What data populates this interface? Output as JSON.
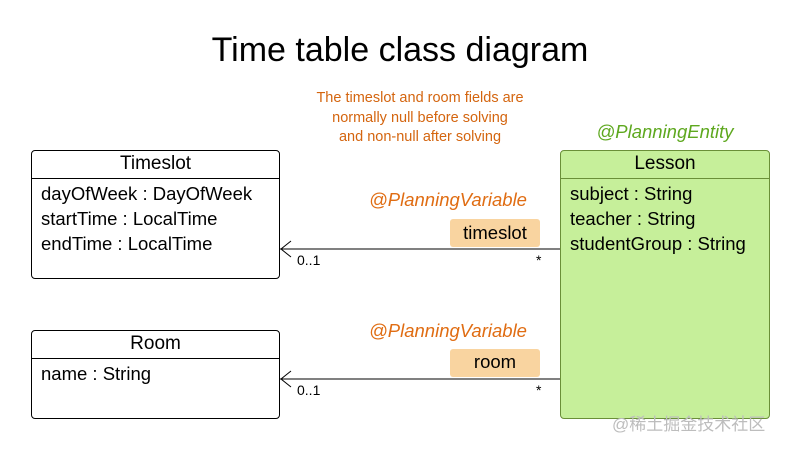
{
  "title": "Time table class diagram",
  "note": {
    "lines": [
      "The timeslot and room fields are",
      "normally null before solving",
      "and non-null after solving"
    ]
  },
  "classes": {
    "timeslot": {
      "name": "Timeslot",
      "fields": [
        "dayOfWeek : DayOfWeek",
        "startTime : LocalTime",
        "endTime : LocalTime"
      ]
    },
    "room": {
      "name": "Room",
      "fields": [
        "name : String"
      ]
    },
    "lesson": {
      "stereotype": "@PlanningEntity",
      "name": "Lesson",
      "fields": [
        "subject : String",
        "teacher : String",
        "studentGroup : String"
      ]
    }
  },
  "relations": [
    {
      "stereotype": "@PlanningVariable",
      "label": "timeslot",
      "source_mult": "*",
      "target_mult": "0..1"
    },
    {
      "stereotype": "@PlanningVariable",
      "label": "room",
      "source_mult": "*",
      "target_mult": "0..1"
    }
  ],
  "watermark": "@稀土掘金技术社区",
  "colors": {
    "note": "#d4650f",
    "planning_variable": "#e06d13",
    "planning_entity": "#5ea81f",
    "lesson_fill": "#c6ef9a",
    "relation_label_fill": "#f9d4a0"
  }
}
